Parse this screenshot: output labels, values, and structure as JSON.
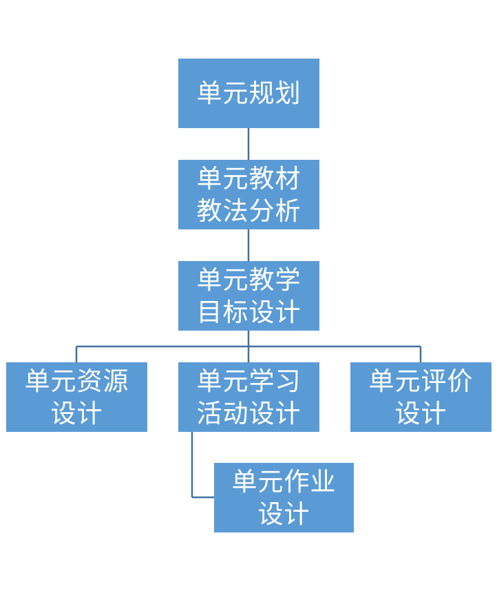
{
  "diagram": {
    "nodes": [
      {
        "id": "plan",
        "label": "单元规划"
      },
      {
        "id": "analysis",
        "label": "单元教材\n教法分析"
      },
      {
        "id": "goals",
        "label": "单元教学\n目标设计"
      },
      {
        "id": "resources",
        "label": "单元资源\n设计"
      },
      {
        "id": "activities",
        "label": "单元学习\n活动设计"
      },
      {
        "id": "evaluation",
        "label": "单元评价\n设计"
      },
      {
        "id": "homework",
        "label": "单元作业\n设计"
      }
    ],
    "edges": [
      {
        "from": "plan",
        "to": "analysis"
      },
      {
        "from": "analysis",
        "to": "goals"
      },
      {
        "from": "goals",
        "to": "resources"
      },
      {
        "from": "goals",
        "to": "activities"
      },
      {
        "from": "goals",
        "to": "evaluation"
      },
      {
        "from": "activities",
        "to": "homework"
      }
    ],
    "colors": {
      "node_fill": "#5B9BD5",
      "node_text": "#FFFFFF",
      "connector": "#41719C",
      "background": "#FFFFFF"
    }
  }
}
